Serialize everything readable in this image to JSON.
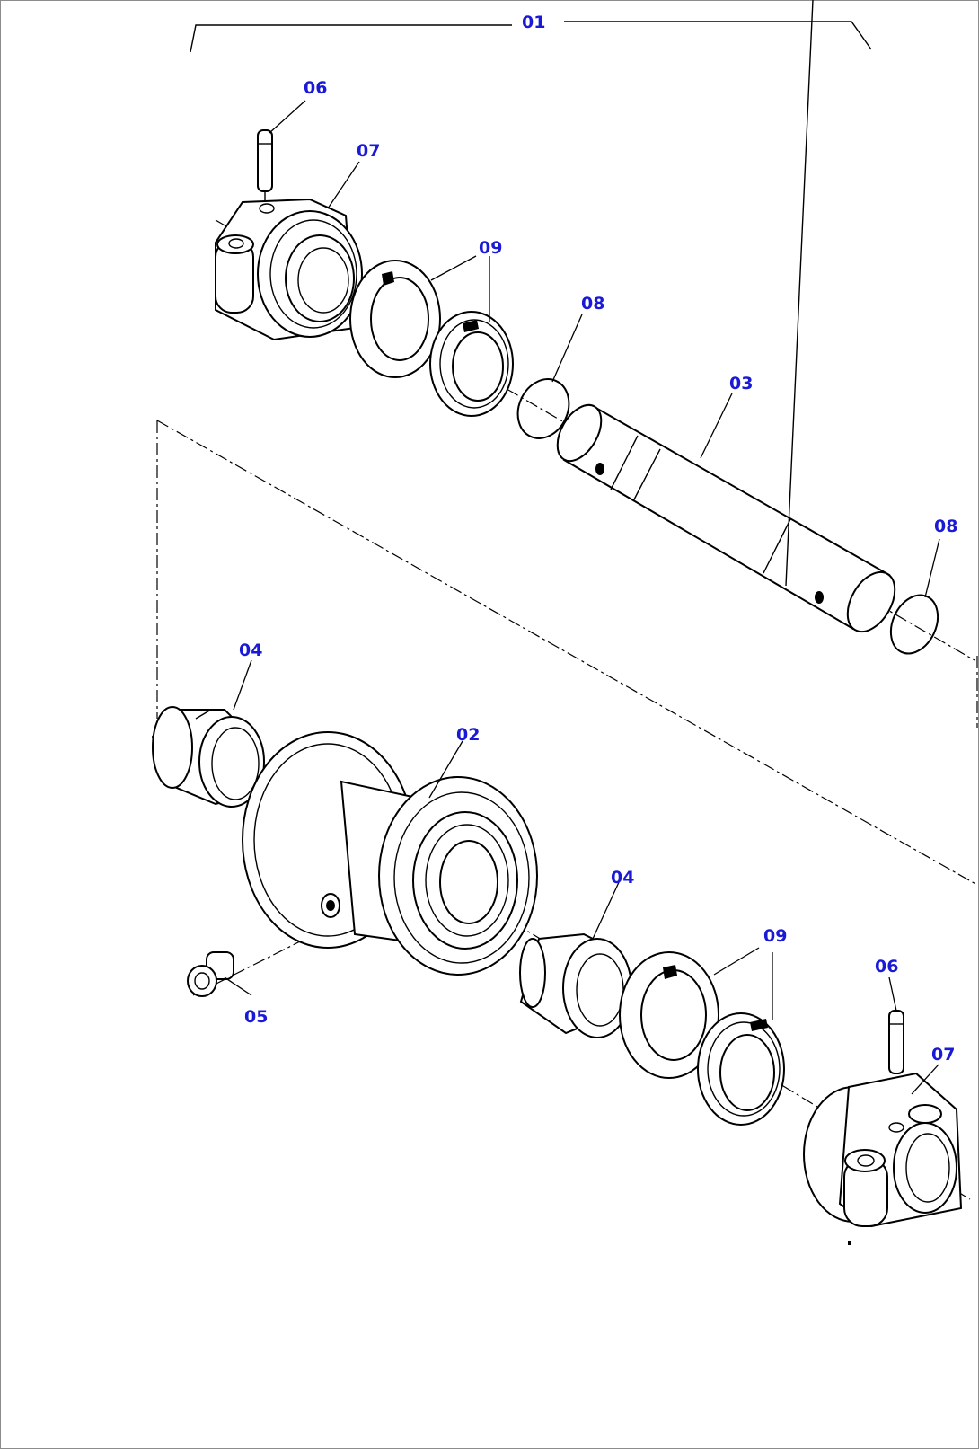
{
  "diagram": {
    "callouts": {
      "c01": "01",
      "c02": "02",
      "c03": "03",
      "c04a": "04",
      "c04b": "04",
      "c05": "05",
      "c06a": "06",
      "c06b": "06",
      "c07a": "07",
      "c07b": "07",
      "c08a": "08",
      "c08b": "08",
      "c09a": "09",
      "c09b": "09"
    },
    "colors": {
      "callout": "#1a1ad6",
      "line": "#000000",
      "background": "#ffffff"
    }
  }
}
